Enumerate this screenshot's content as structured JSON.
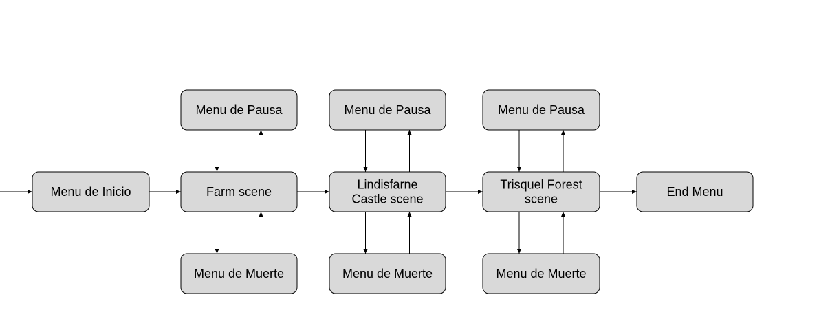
{
  "diagram": {
    "colors": {
      "node_fill": "#d9d9d9",
      "stroke": "#000000",
      "text": "#000000"
    },
    "nodes": [
      {
        "id": "menu-inicio",
        "lines": [
          "Menu de Inicio"
        ]
      },
      {
        "id": "farm",
        "lines": [
          "Farm scene"
        ]
      },
      {
        "id": "castle",
        "lines": [
          "Lindisfarne",
          "Castle scene"
        ]
      },
      {
        "id": "forest",
        "lines": [
          "Trisquel Forest",
          "scene"
        ]
      },
      {
        "id": "end-menu",
        "lines": [
          "End Menu"
        ]
      },
      {
        "id": "pausa-1",
        "lines": [
          "Menu de Pausa"
        ]
      },
      {
        "id": "pausa-2",
        "lines": [
          "Menu de Pausa"
        ]
      },
      {
        "id": "pausa-3",
        "lines": [
          "Menu de Pausa"
        ]
      },
      {
        "id": "muerte-1",
        "lines": [
          "Menu de Muerte"
        ]
      },
      {
        "id": "muerte-2",
        "lines": [
          "Menu de Muerte"
        ]
      },
      {
        "id": "muerte-3",
        "lines": [
          "Menu de Muerte"
        ]
      }
    ],
    "edges": [
      {
        "from": "start",
        "to": "menu-inicio"
      },
      {
        "from": "menu-inicio",
        "to": "farm"
      },
      {
        "from": "farm",
        "to": "castle"
      },
      {
        "from": "castle",
        "to": "forest"
      },
      {
        "from": "forest",
        "to": "end-menu"
      },
      {
        "from": "farm",
        "to": "pausa-1"
      },
      {
        "from": "pausa-1",
        "to": "farm"
      },
      {
        "from": "farm",
        "to": "muerte-1"
      },
      {
        "from": "muerte-1",
        "to": "farm"
      },
      {
        "from": "castle",
        "to": "pausa-2"
      },
      {
        "from": "pausa-2",
        "to": "castle"
      },
      {
        "from": "castle",
        "to": "muerte-2"
      },
      {
        "from": "muerte-2",
        "to": "castle"
      },
      {
        "from": "forest",
        "to": "pausa-3"
      },
      {
        "from": "pausa-3",
        "to": "forest"
      },
      {
        "from": "forest",
        "to": "muerte-3"
      },
      {
        "from": "muerte-3",
        "to": "forest"
      }
    ]
  }
}
